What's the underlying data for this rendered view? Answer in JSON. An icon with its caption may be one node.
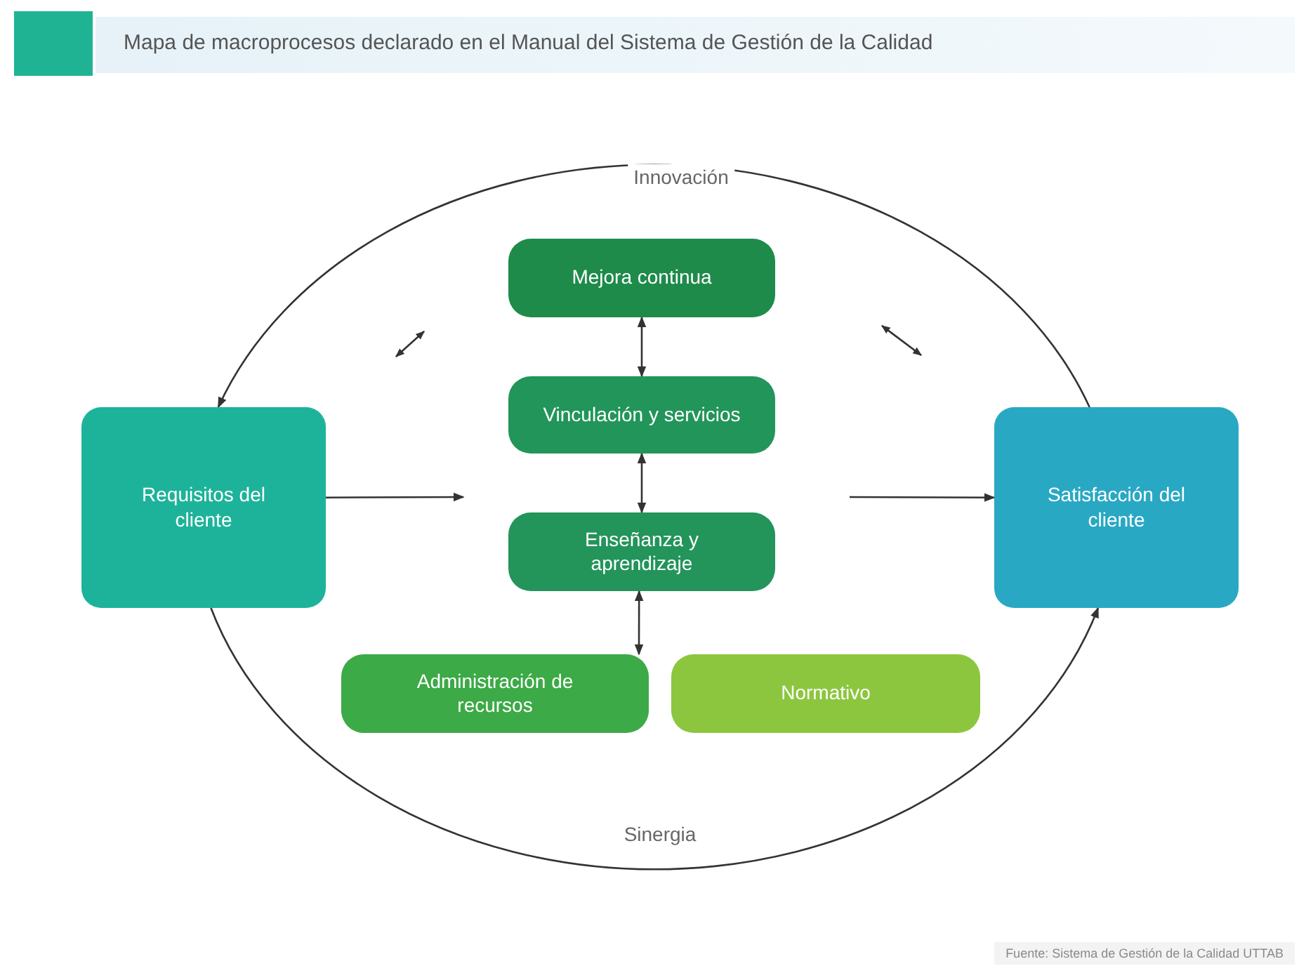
{
  "diagram": {
    "title": "Mapa de macroprocesos declarado en el Manual del Sistema de Gestión de la Calidad",
    "nodes": [
      {
        "text": [
          "Requisitos del cliente"
        ]
      },
      {
        "text": [
          "Mejora continua"
        ]
      },
      {
        "text": [
          "Vinculación y servicios"
        ]
      },
      {
        "text": [
          "Enseñanza y aprendizaje"
        ]
      },
      {
        "text": [
          "Administración de recursos"
        ]
      },
      {
        "text": [
          "Normativo"
        ]
      },
      {
        "text": [
          "Satisfacción del cliente"
        ]
      }
    ],
    "edges": [
      {
        "from": 0,
        "to": null,
        "arrow": "to"
      },
      {
        "from": null,
        "to": 6,
        "arrow": "to"
      },
      {
        "from": 1,
        "to": 2,
        "arrow": "both"
      },
      {
        "from": 2,
        "to": 3,
        "arrow": "both"
      },
      {
        "from": 3,
        "to": 4,
        "arrow": "both"
      },
      {
        "from": 6,
        "to": 0,
        "arrow": "to",
        "label": "Innovación"
      },
      {
        "from": 0,
        "to": 6,
        "arrow": "to",
        "label": "Sinergia"
      }
    ],
    "labels": [
      "Fuente: Sistema de Gestión de la Calidad UTTAB"
    ]
  }
}
